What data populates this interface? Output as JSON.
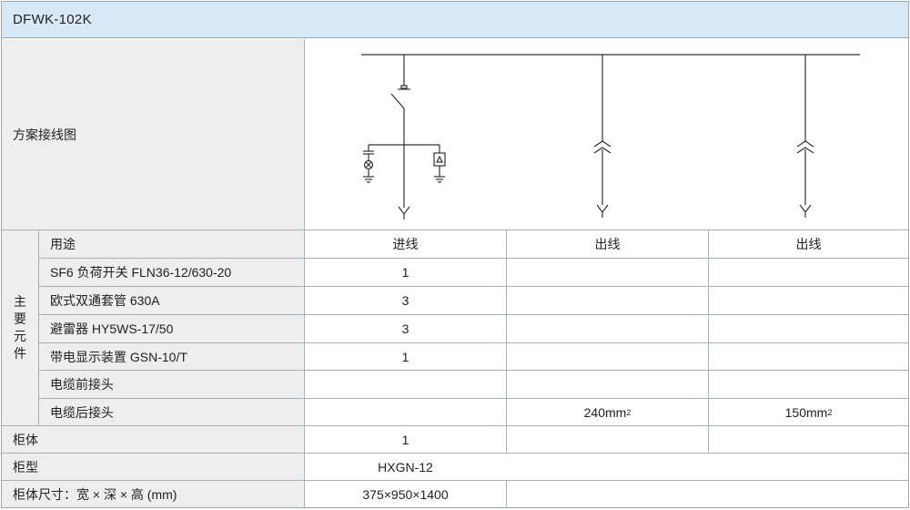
{
  "title": "DFWK-102K",
  "diagram_label": "方案接线图",
  "main_components_label": [
    "主",
    "要",
    "元",
    "件"
  ],
  "rows": [
    {
      "label": "用途",
      "c1": "进线",
      "c2": "出线",
      "c3": "出线"
    },
    {
      "label": "SF6 负荷开关 FLN36-12/630-20",
      "c1": "1",
      "c2": "",
      "c3": ""
    },
    {
      "label": "欧式双通套管 630A",
      "c1": "3",
      "c2": "",
      "c3": ""
    },
    {
      "label": "避雷器 HY5WS-17/50",
      "c1": "3",
      "c2": "",
      "c3": ""
    },
    {
      "label": "带电显示装置 GSN-10/T",
      "c1": "1",
      "c2": "",
      "c3": ""
    },
    {
      "label": "电缆前接头",
      "c1": "",
      "c2": "",
      "c3": ""
    },
    {
      "label": "电缆后接头",
      "c1": "",
      "c2": "240mm",
      "c2_sup": "2",
      "c3": "150mm",
      "c3_sup": "2"
    }
  ],
  "bottom_rows": [
    {
      "label": "柜体",
      "c1": "1",
      "c2": "",
      "c3": ""
    },
    {
      "label": "柜型",
      "value": "HXGN-12"
    },
    {
      "label": "柜体尺寸：宽 × 深 × 高 (mm)",
      "value": "375×950×1400"
    }
  ],
  "colors": {
    "header_bg": "#d9e8f6",
    "label_bg": "#eeeeee",
    "line": "#a8b0b8",
    "diagram_stroke": "#333333"
  }
}
